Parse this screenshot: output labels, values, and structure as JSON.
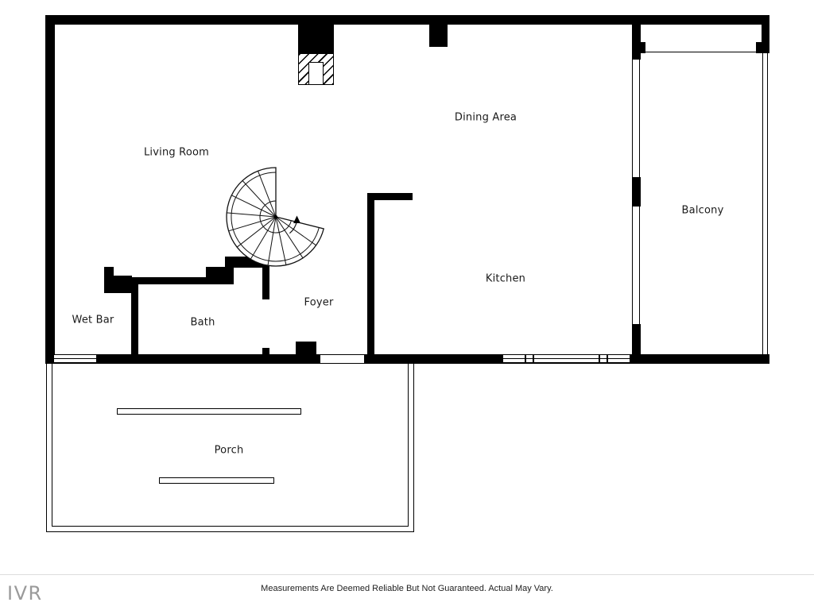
{
  "floor_plan": {
    "rooms": [
      {
        "id": "living-room",
        "label": "Living Room"
      },
      {
        "id": "dining-area",
        "label": "Dining Area"
      },
      {
        "id": "balcony",
        "label": "Balcony"
      },
      {
        "id": "kitchen",
        "label": "Kitchen"
      },
      {
        "id": "foyer",
        "label": "Foyer"
      },
      {
        "id": "bath",
        "label": "Bath"
      },
      {
        "id": "wet-bar",
        "label": "Wet Bar"
      },
      {
        "id": "porch",
        "label": "Porch"
      }
    ],
    "features": [
      "spiral-staircase",
      "fireplace",
      "windows",
      "porch-steps",
      "balcony-railing"
    ],
    "colors": {
      "wall": "#000000",
      "background": "#ffffff",
      "watermark": "#9a9a9a"
    }
  },
  "footer": {
    "disclaimer": "Measurements Are Deemed Reliable But Not Guaranteed. Actual May Vary.",
    "watermark": "IVR"
  }
}
